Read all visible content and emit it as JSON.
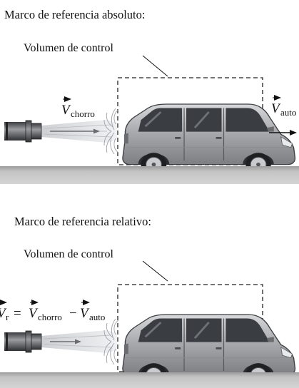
{
  "panels": [
    {
      "heading": "Marco de referencia absoluto:",
      "cv_label": "Volumen de control",
      "jet_velocity": {
        "symbol": "V",
        "subscript": "chorro"
      },
      "car_velocity": {
        "symbol": "V",
        "subscript": "auto"
      }
    },
    {
      "heading": "Marco de referencia relativo:",
      "cv_label": "Volumen de control",
      "relative_velocity": {
        "symbol": "V",
        "subscript": "r",
        "equals": "=",
        "term1": {
          "symbol": "V",
          "subscript": "chorro"
        },
        "minus": "−",
        "term2": {
          "symbol": "V",
          "subscript": "auto"
        }
      }
    }
  ],
  "colors": {
    "ground": "#b9b9b9",
    "car_body": "#a9abae",
    "window": "#3a3d42",
    "nozzle": "#5d5f62",
    "jet": "#d9dbde",
    "dash": "#222222"
  }
}
